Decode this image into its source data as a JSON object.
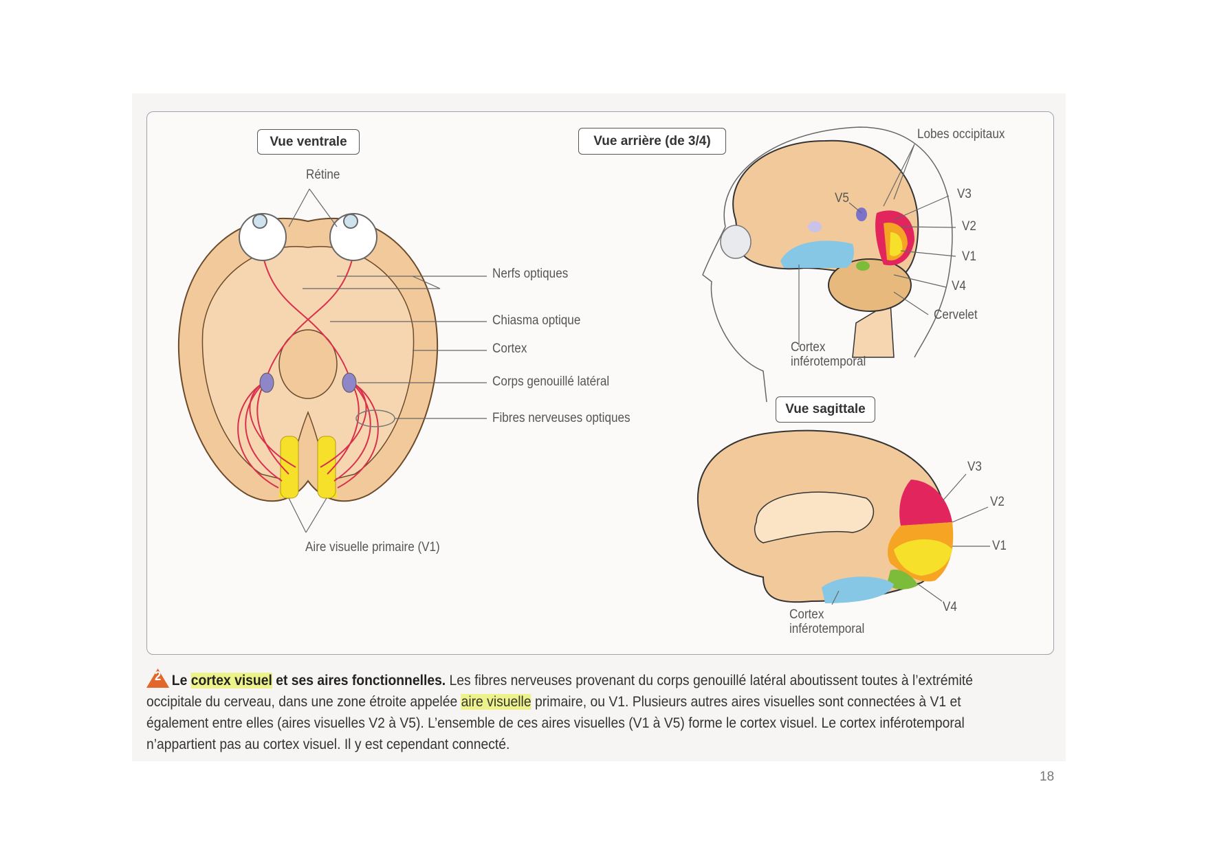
{
  "figure": {
    "views": {
      "ventral": "Vue ventrale",
      "rear": "Vue arrière (de 3/4)",
      "sagittal": "Vue sagittale"
    },
    "ventral_labels": {
      "retina": "Rétine",
      "optic_nerves": "Nerfs optiques",
      "optic_chiasm": "Chiasma optique",
      "cortex": "Cortex",
      "lgn": "Corps genouillé latéral",
      "optic_fibers": "Fibres nerveuses optiques",
      "v1": "Aire visuelle primaire (V1)"
    },
    "rear_labels": {
      "occipital": "Lobes occipitaux",
      "v5": "V5",
      "v3": "V3",
      "v2": "V2",
      "v1": "V1",
      "v4": "V4",
      "cerebellum": "Cervelet",
      "it1": "Cortex",
      "it2": "inférotemporal"
    },
    "sagittal_labels": {
      "v3": "V3",
      "v2": "V2",
      "v1": "V1",
      "v4": "V4",
      "it1": "Cortex",
      "it2": "inférotemporal"
    },
    "colors": {
      "brain": "#f2c99a",
      "v1": "#f7e02a",
      "v2": "#f6a423",
      "v3": "#e3255d",
      "v4": "#7dbb3a",
      "v5": "#7b72c9",
      "it": "#86c7e6",
      "fibers": "#d9304c"
    }
  },
  "caption": {
    "number": "2",
    "t1": "Le ",
    "t2": "cortex visuel",
    "t3": " et ses aires fonctionnelles.",
    "t4": " Les fibres nerveuses provenant du corps genouillé latéral aboutissent toutes à l’extrémité occipitale du cerveau, dans une zone étroite appelée ",
    "t5": "aire visuelle",
    "t6": " primaire, ou V1. Plusieurs autres aires visuelles sont connectées à V1 et également entre elles (aires visuelles V2 à V5). L’ensemble de ces aires visuelles (V1 à V5) forme le cortex visuel. Le cortex inférotemporal n’appartient pas au cortex visuel. Il y est cependant connecté."
  },
  "page_number": "18"
}
